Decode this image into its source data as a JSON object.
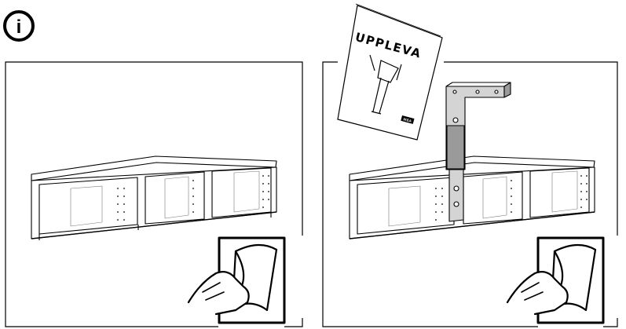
{
  "info_icon": {
    "glyph": "i",
    "icon": "info-icon"
  },
  "panels": [
    {
      "id": "left",
      "content": "tv-bench-only"
    },
    {
      "id": "right",
      "content": "tv-bench-with-uppleva-bracket"
    }
  ],
  "manual": {
    "title": "UPPLEVA",
    "logo_text": "IKEA"
  },
  "colors": {
    "line": "#000000",
    "paper": "#ffffff",
    "shade": "#9a9a9a",
    "light_shade": "#d4d4d4"
  }
}
